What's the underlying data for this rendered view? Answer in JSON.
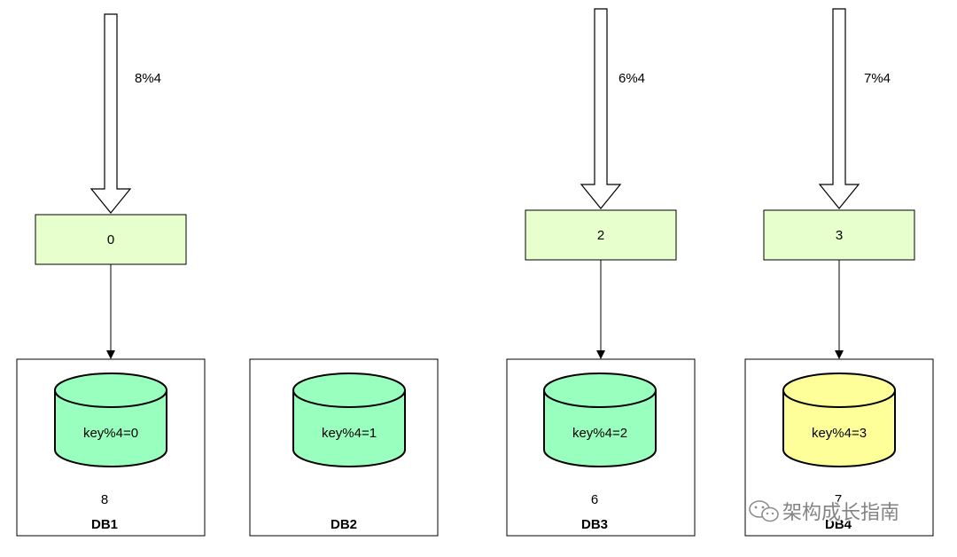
{
  "arrows": [
    {
      "id": "arrow-1",
      "label": "8%4"
    },
    {
      "id": "arrow-3",
      "label": "6%4"
    },
    {
      "id": "arrow-4",
      "label": "7%4"
    }
  ],
  "slots": [
    {
      "id": "slot-1",
      "value": "0"
    },
    {
      "id": "slot-3",
      "value": "2"
    },
    {
      "id": "slot-4",
      "value": "3"
    }
  ],
  "databases": [
    {
      "id": "db1",
      "name": "DB1",
      "rule": "key%4=0",
      "stored": "8",
      "color": "#99FFBF"
    },
    {
      "id": "db2",
      "name": "DB2",
      "rule": "key%4=1",
      "stored": "",
      "color": "#99FFBF"
    },
    {
      "id": "db3",
      "name": "DB3",
      "rule": "key%4=2",
      "stored": "6",
      "color": "#99FFBF"
    },
    {
      "id": "db4",
      "name": "DB4",
      "rule": "key%4=3",
      "stored": "7",
      "color": "#FFFF99"
    }
  ],
  "colors": {
    "slot_fill": "#E6FFCC",
    "stroke": "#000000"
  },
  "watermark": {
    "icon": "wechat-icon",
    "text": "架构成长指南"
  }
}
